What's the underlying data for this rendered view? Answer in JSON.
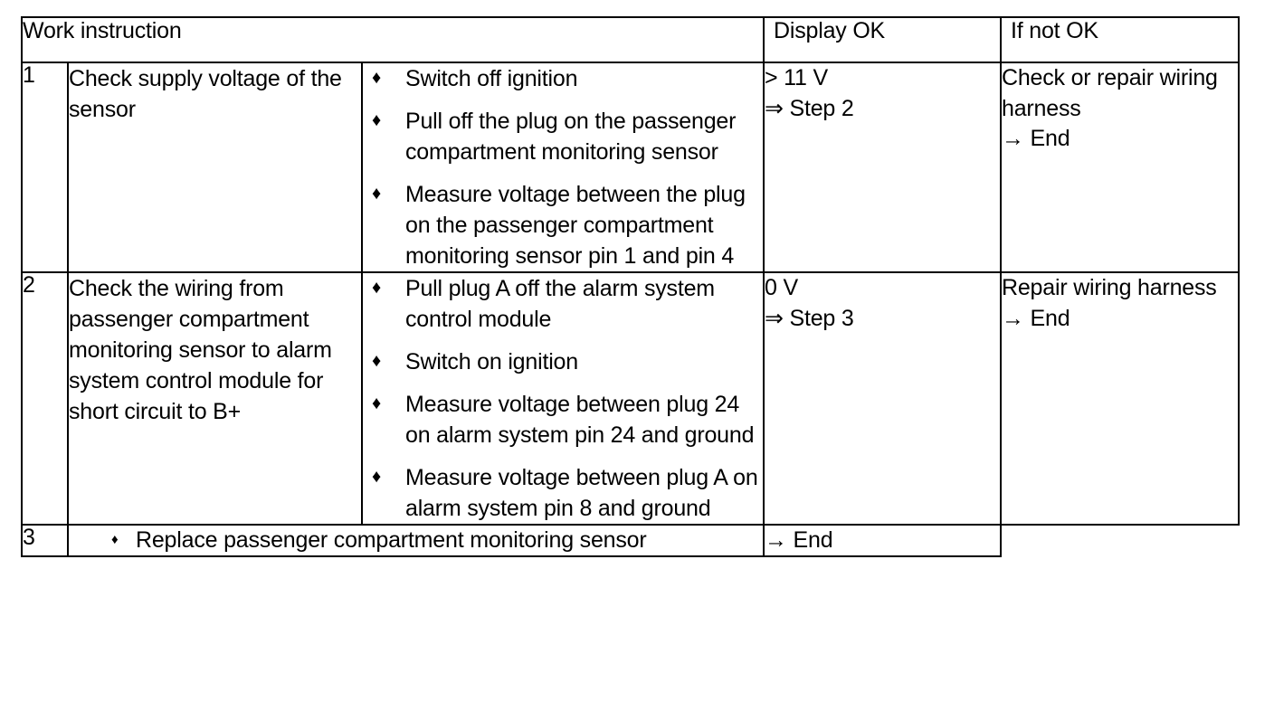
{
  "document": {
    "type": "diagnostic-work-instruction-table"
  },
  "table": {
    "headers": {
      "work_instruction": "Work instruction",
      "display_ok": "Display OK",
      "if_not_ok": "If not OK"
    },
    "bullet_glyph": "♦",
    "rows": [
      {
        "number": "1",
        "task": "Check supply voltage of the sensor",
        "steps": [
          "Switch off ignition",
          "Pull off the plug on the passenger compartment monitoring sensor",
          "Measure voltage between the plug on the passenger compartment monitoring sensor pin 1 and pin 4"
        ],
        "display_ok": [
          "> 11 V",
          "⇒ Step 2"
        ],
        "if_not_ok": [
          "Check or repair wiring harness",
          "→ End"
        ]
      },
      {
        "number": "2",
        "task": "Check the wiring from passenger compartment monitoring sensor to alarm system control module for short circuit to B+",
        "steps": [
          "Pull plug A off the alarm system control module",
          "Switch on ignition",
          "Measure voltage between plug 24 on alarm system pin 24 and ground",
          "Measure voltage between plug A on alarm system pin 8 and ground"
        ],
        "display_ok": [
          "0 V",
          "⇒ Step 3"
        ],
        "if_not_ok": [
          "Repair wiring harness",
          "→ End"
        ]
      },
      {
        "number": "3",
        "task": "Replace passenger compartment monitoring sensor",
        "steps": [],
        "display_ok": [
          "→ End"
        ],
        "if_not_ok": []
      }
    ]
  }
}
